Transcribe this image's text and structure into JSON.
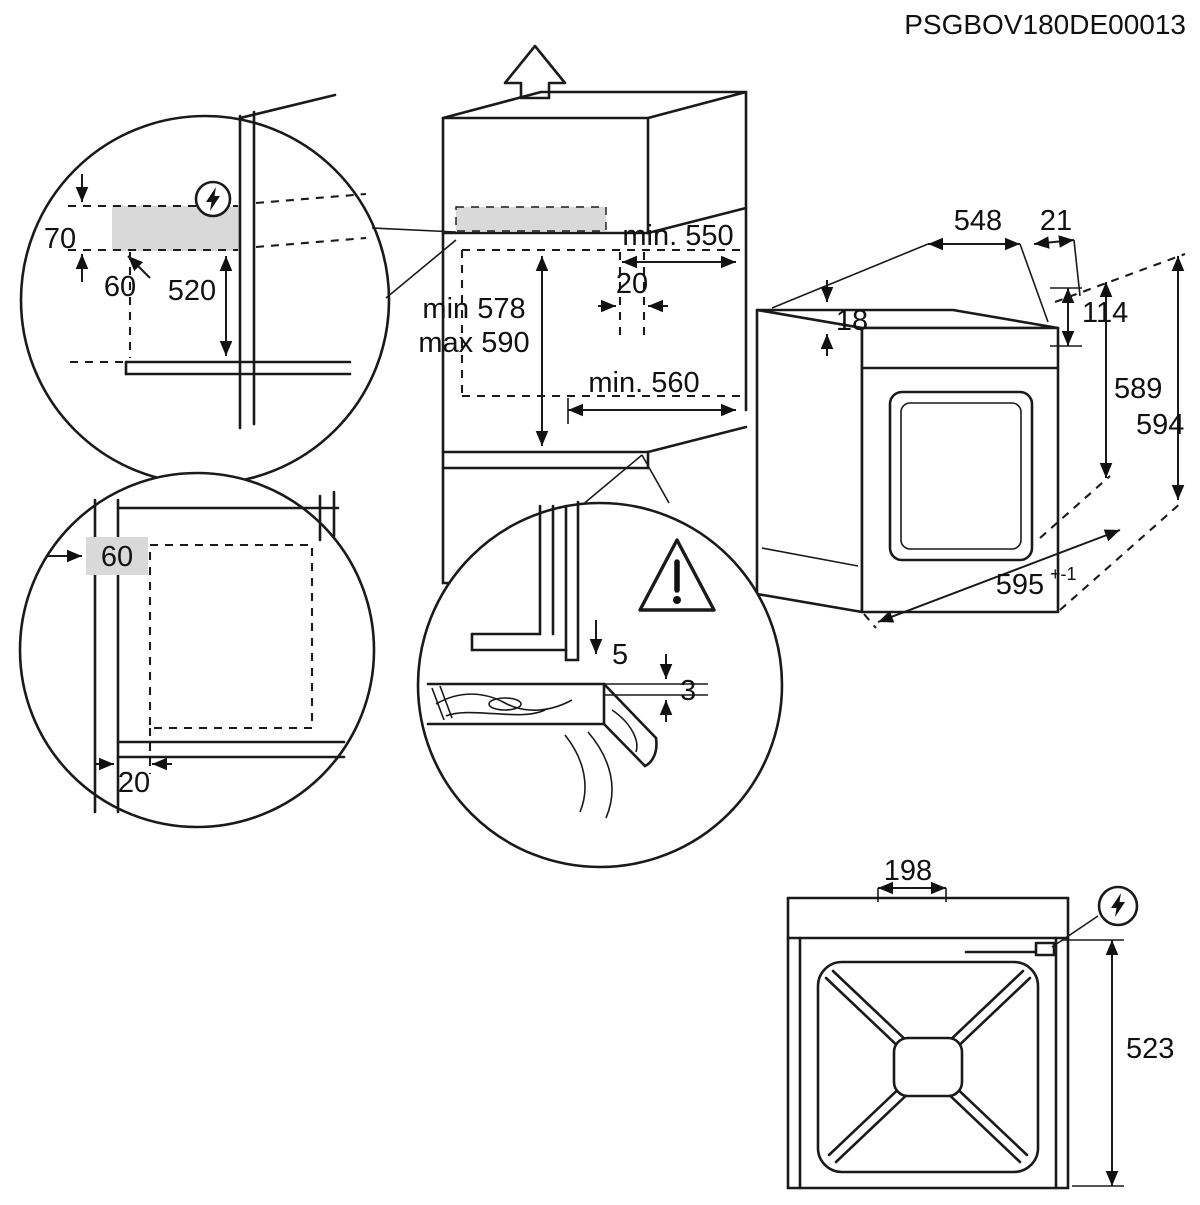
{
  "doc_code": "PSGBOV180DE00013",
  "detail_electrical": {
    "dim_70": "70",
    "dim_60": "60",
    "dim_520": "520"
  },
  "cabinet": {
    "dim_min_550": "min. 550",
    "dim_20": "20",
    "dim_min_578": "min 578",
    "dim_max_590": "max 590",
    "dim_min_560": "min. 560"
  },
  "oven": {
    "dim_548": "548",
    "dim_21": "21",
    "dim_18": "18",
    "dim_114": "114",
    "dim_589": "589",
    "dim_594": "594",
    "dim_595": "595",
    "dim_595_tol": "+-1"
  },
  "detail_side_gap": {
    "dim_60": "60",
    "dim_20": "20"
  },
  "detail_rear_gap": {
    "dim_5": "5",
    "dim_3": "3"
  },
  "top_view": {
    "dim_198": "198",
    "dim_523": "523"
  }
}
